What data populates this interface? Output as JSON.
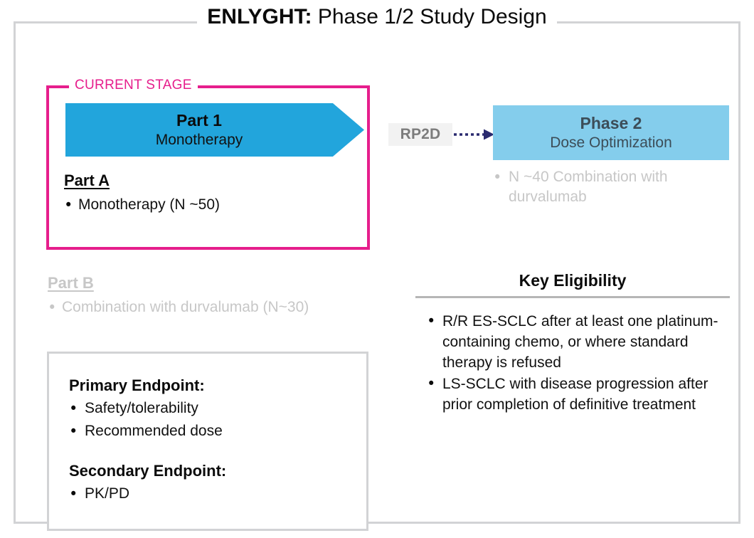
{
  "slide": {
    "title_strong": "ENLYGHT:",
    "title_rest": " Phase 1/2 Study Design"
  },
  "current_stage": {
    "legend": "CURRENT STAGE",
    "part1": {
      "title": "Part 1",
      "subtitle": "Monotherapy"
    },
    "part_a": {
      "heading": "Part A",
      "bullets": [
        {
          "marker": "•",
          "text": "Monotherapy (N ~50)"
        }
      ]
    }
  },
  "part_b": {
    "heading": "Part B",
    "bullets": [
      {
        "marker": "•",
        "text": "Combination with durvalumab (N~30)"
      }
    ]
  },
  "connector": {
    "label": "RP2D",
    "arrow_style": "dotted-arrow-right",
    "arrow_color": "#2a2a6e"
  },
  "phase2": {
    "title": "Phase 2",
    "subtitle": "Dose Optimization",
    "bullets": [
      {
        "marker": "•",
        "text": "N ~40 Combination with durvalumab"
      }
    ]
  },
  "endpoints": {
    "primary_heading": "Primary Endpoint:",
    "primary_bullets": [
      {
        "marker": "•",
        "text": "Safety/tolerability"
      },
      {
        "marker": "•",
        "text": "Recommended dose"
      }
    ],
    "secondary_heading": "Secondary Endpoint:",
    "secondary_bullets": [
      {
        "marker": "•",
        "text": "PK/PD"
      }
    ]
  },
  "eligibility": {
    "title": "Key Eligibility",
    "bullets": [
      {
        "marker": "•",
        "text": "R/R ES-SCLC after at least one platinum-containing chemo, or where standard therapy is refused"
      },
      {
        "marker": "•",
        "text": "LS-SCLC with disease progression after prior completion of definitive treatment"
      }
    ]
  },
  "colors": {
    "accent_pink": "#e61e8c",
    "part1_blue": "#22a5dc",
    "phase2_blue": "#84cdec",
    "frame_gray": "#d2d3d5",
    "faded_gray": "#c7c7c7",
    "rule_gray": "#b6b6b6",
    "rp2d_text": "#7c7c7c",
    "rp2d_bg": "#f2f2f2",
    "phase2_text": "#3c4d58"
  }
}
